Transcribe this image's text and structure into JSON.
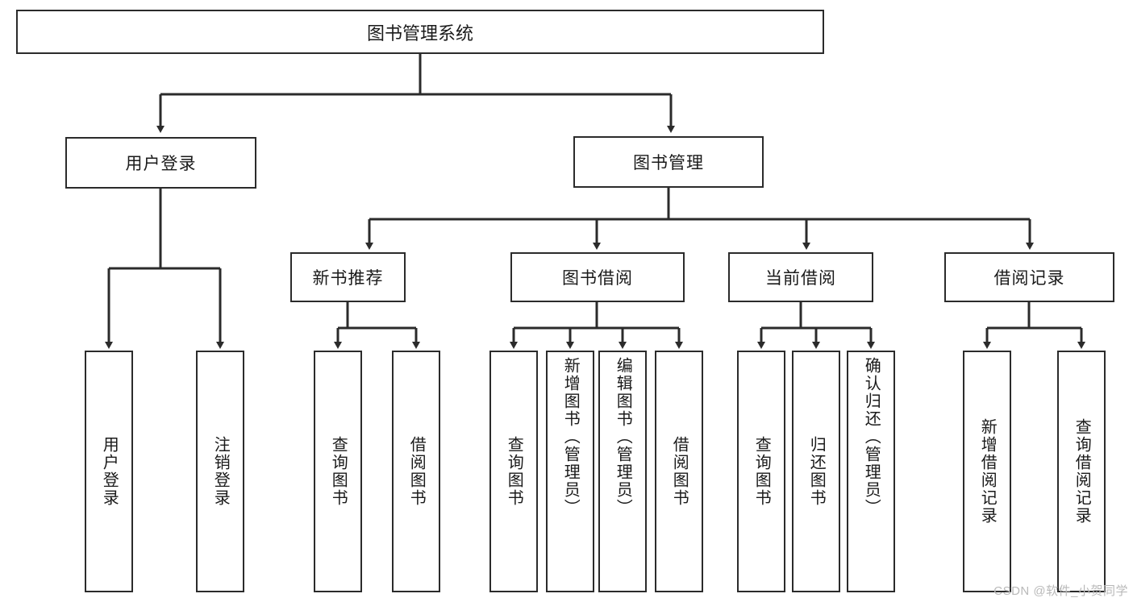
{
  "diagram": {
    "type": "tree-hierarchy",
    "root": {
      "label": "图书管理系统"
    },
    "level1": [
      {
        "label": "用户登录"
      },
      {
        "label": "图书管理"
      }
    ],
    "level2": [
      {
        "label": "新书推荐"
      },
      {
        "label": "图书借阅"
      },
      {
        "label": "当前借阅"
      },
      {
        "label": "借阅记录"
      }
    ],
    "leaves": {
      "user_login": [
        {
          "label": "用户登录"
        },
        {
          "label": "注销登录"
        }
      ],
      "new_book_recommend": [
        {
          "label": "查询图书"
        },
        {
          "label": "借阅图书"
        }
      ],
      "book_borrow": [
        {
          "label": "查询图书"
        },
        {
          "label": "新增图书（管理员）"
        },
        {
          "label": "编辑图书（管理员）"
        },
        {
          "label": "借阅图书"
        }
      ],
      "current_borrow": [
        {
          "label": "查询图书"
        },
        {
          "label": "归还图书"
        },
        {
          "label": "确认归还（管理员）"
        }
      ],
      "borrow_record": [
        {
          "label": "新增借阅记录"
        },
        {
          "label": "查询借阅记录"
        }
      ]
    }
  },
  "watermark": {
    "text": "CSDN @软件_小贺同学"
  },
  "colors": {
    "stroke": "#2b2b2b",
    "fill": "#ffffff",
    "text": "#1a1a1a",
    "watermark": "#b9b9b9"
  }
}
